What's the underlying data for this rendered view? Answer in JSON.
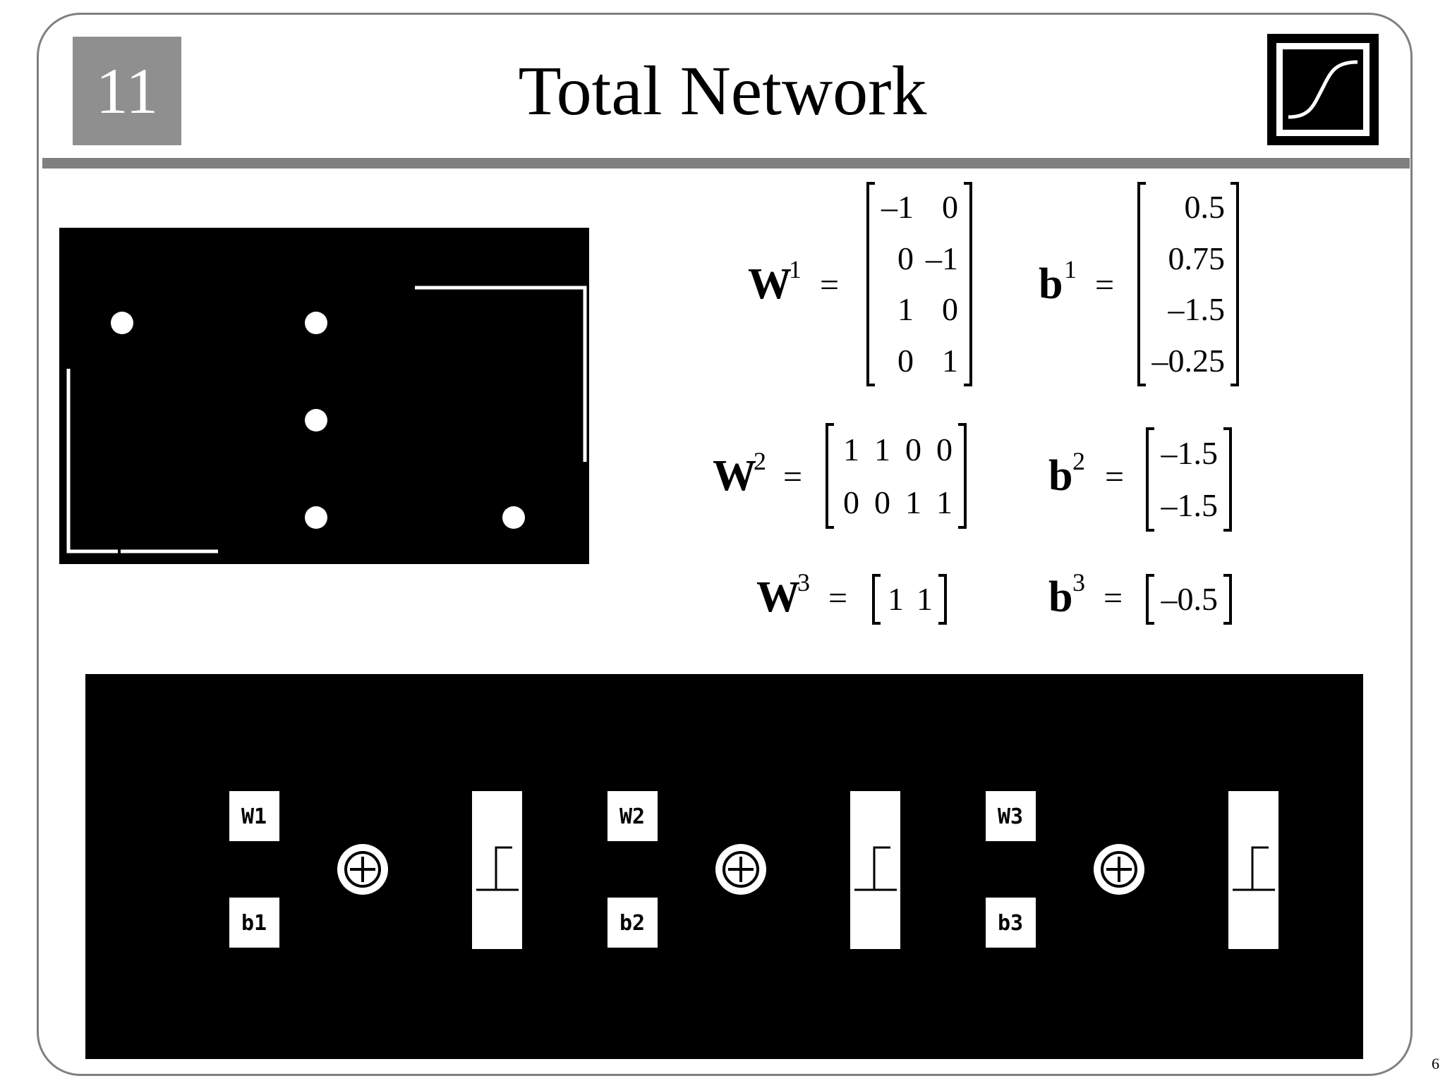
{
  "slide": {
    "chapter": "11",
    "title": "Total Network",
    "page_number": "6"
  },
  "equations": {
    "W1": {
      "symbol": "W",
      "sup": "1",
      "equals": "=",
      "rows": [
        [
          "–1",
          "0"
        ],
        [
          "0",
          "–1"
        ],
        [
          "1",
          "0"
        ],
        [
          "0",
          "1"
        ]
      ]
    },
    "b1": {
      "symbol": "b",
      "sup": "1",
      "equals": "=",
      "rows": [
        [
          "0.5"
        ],
        [
          "0.75"
        ],
        [
          "–1.5"
        ],
        [
          "–0.25"
        ]
      ]
    },
    "W2": {
      "symbol": "W",
      "sup": "2",
      "equals": "=",
      "rows": [
        [
          "1",
          "1",
          "0",
          "0"
        ],
        [
          "0",
          "0",
          "1",
          "1"
        ]
      ]
    },
    "b2": {
      "symbol": "b",
      "sup": "2",
      "equals": "=",
      "rows": [
        [
          "–1.5"
        ],
        [
          "–1.5"
        ]
      ]
    },
    "W3": {
      "symbol": "W",
      "sup": "3",
      "equals": "=",
      "rows": [
        [
          "1",
          "1"
        ]
      ]
    },
    "b3": {
      "symbol": "b",
      "sup": "3",
      "equals": "=",
      "rows": [
        [
          "–0.5"
        ]
      ]
    }
  },
  "network": {
    "layers": [
      {
        "weight_label": "W1",
        "bias_label": "b1"
      },
      {
        "weight_label": "W2",
        "bias_label": "b2"
      },
      {
        "weight_label": "W3",
        "bias_label": "b3"
      }
    ]
  },
  "colors": {
    "frame": "#808080",
    "chapter_box": "#8f8f8f",
    "plot_bg": "#000000",
    "ink": "#ffffff"
  },
  "icons": [
    "sigmoid-logo-icon",
    "summer-icon",
    "hardlim-icon"
  ]
}
